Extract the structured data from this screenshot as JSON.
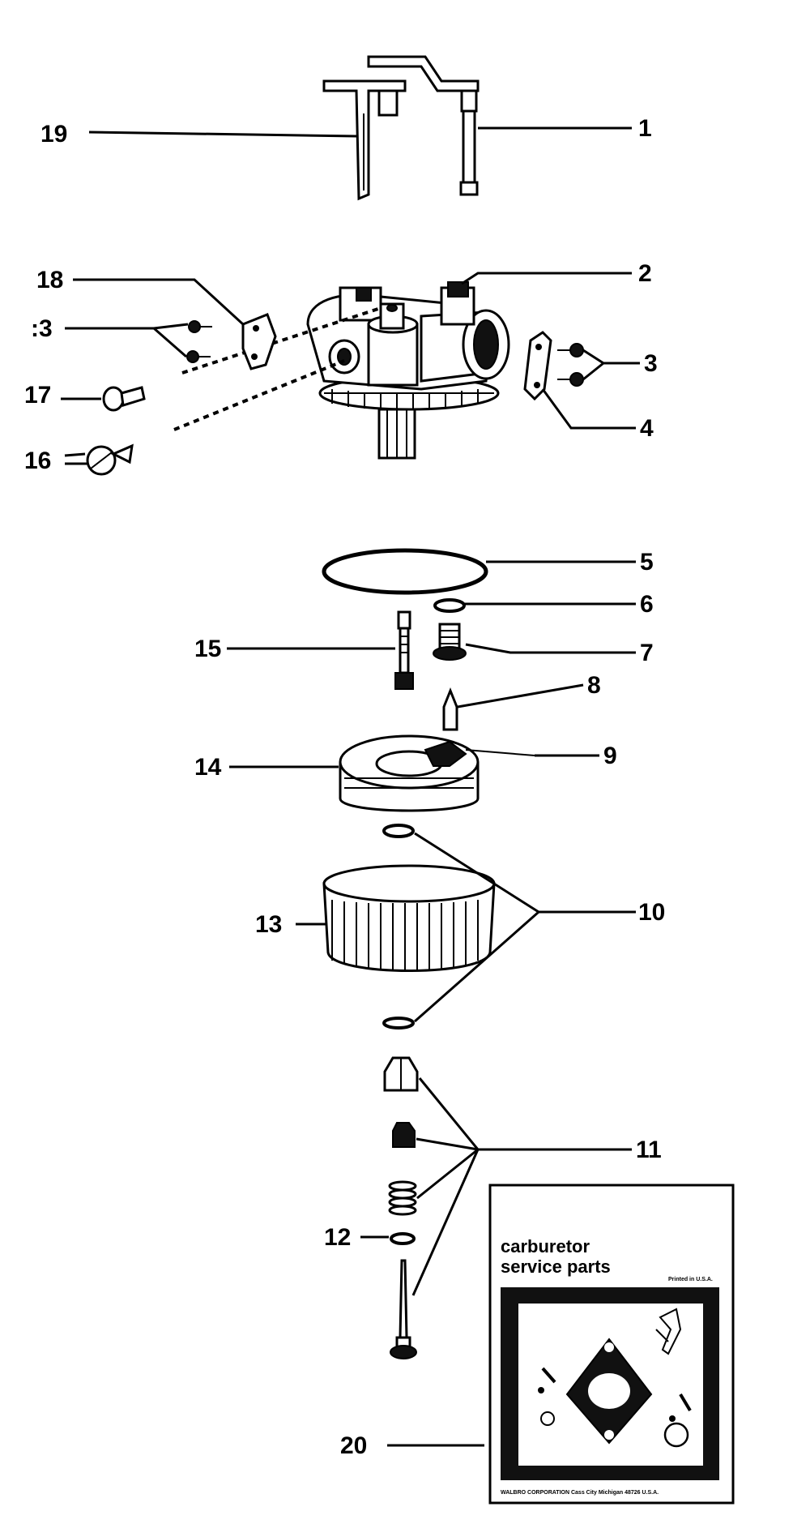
{
  "callouts": {
    "c1": "1",
    "c2": "2",
    "c3a": "3",
    "c3b": ":3",
    "c4": "4",
    "c5": "5",
    "c6": "6",
    "c7": "7",
    "c8": "8",
    "c9": "9",
    "c10": "10",
    "c11": "11",
    "c12": "12",
    "c13": "13",
    "c14": "14",
    "c15": "15",
    "c16": "16",
    "c17": "17",
    "c18": "18",
    "c19": "19",
    "c20": "20"
  },
  "package": {
    "title_line1": "carburetor",
    "title_line2": "service parts",
    "printed": "Printed in U.S.A.",
    "footer": "WALBRO CORPORATION   Cass City   Michigan 48726 U.S.A."
  }
}
